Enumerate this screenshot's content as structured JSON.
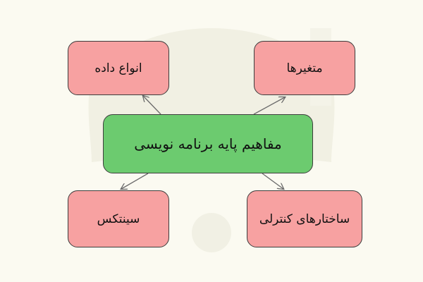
{
  "diagram": {
    "center": {
      "label": "مفاهیم پایه برنامه نویسی"
    },
    "nodes": {
      "top_left": {
        "label": "انواع داده"
      },
      "top_right": {
        "label": "متغیرها"
      },
      "bottom_left": {
        "label": "سینتکس"
      },
      "bottom_right": {
        "label": "ساختارهای کنترلی"
      }
    }
  },
  "colors": {
    "background": "#fbfaf1",
    "center_fill": "#6ccb6f",
    "leaf_fill": "#f7a1a1",
    "border": "#3d3d3d",
    "edge": "#6b6b6b",
    "watermark": "#efeee2"
  }
}
